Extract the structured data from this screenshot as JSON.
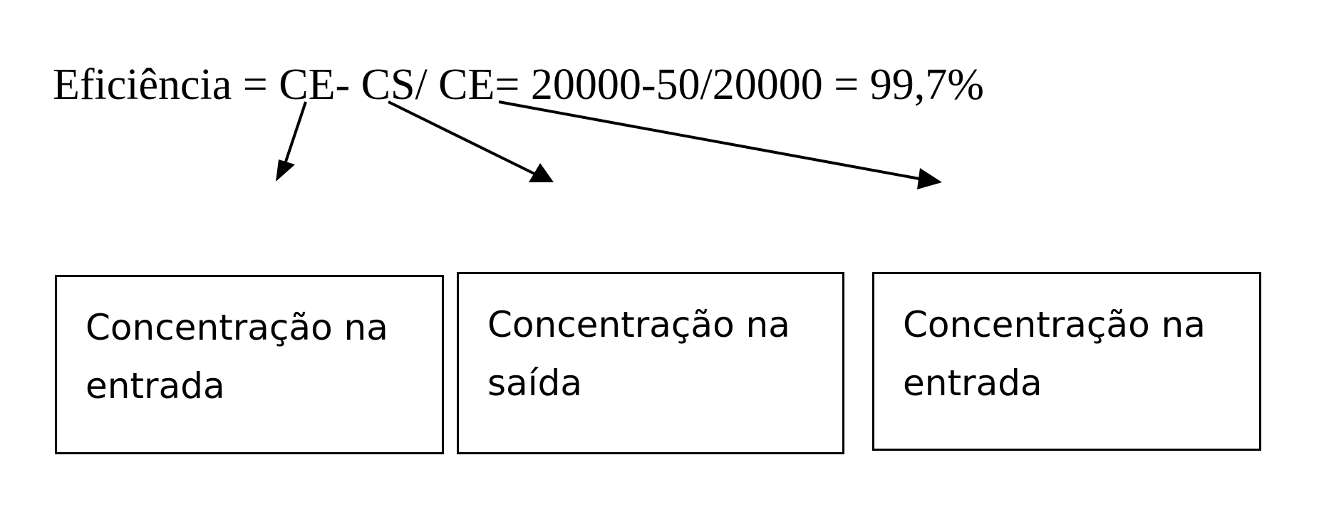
{
  "formula": {
    "text": "Eficiência = CE- CS/ CE= 20000-50/20000 = 99,7%"
  },
  "boxes": [
    {
      "text": "Concentração na entrada"
    },
    {
      "text": "Concentração na saída"
    },
    {
      "text": "Concentração na entrada"
    }
  ],
  "colors": {
    "ink": "#000000",
    "background": "#ffffff"
  },
  "arrow_style": "solid black triangular arrowheads"
}
